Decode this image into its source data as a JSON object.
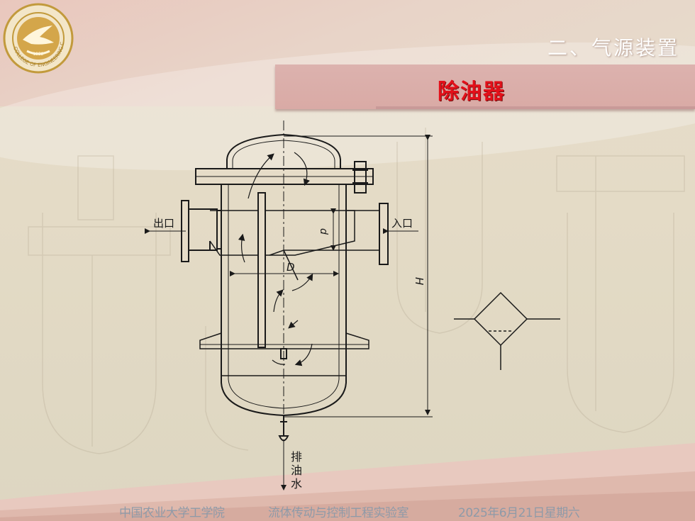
{
  "header": {
    "section_title": "二、气源装置",
    "slide_title": "除油器"
  },
  "logo": {
    "name": "college-seal",
    "text": "COLLEGE OF ENGINEERING CAU",
    "year": "1952"
  },
  "diagram": {
    "outlet_label": "出口",
    "inlet_label": "入口",
    "d_label": "d",
    "D_label": "D",
    "H_label": "H",
    "drain_label_1": "排",
    "drain_label_2": "油",
    "drain_label_3": "水"
  },
  "footer": {
    "institution": "中国农业大学工学院",
    "lab": "流体传动与控制工程实验室",
    "date": "2025年6月21日星期六"
  },
  "colors": {
    "title_red": "#e3101a",
    "title_bar": "#dcb2ae",
    "footer_text": "#8e9aa8",
    "drawing_stroke": "#1a1a1a"
  }
}
